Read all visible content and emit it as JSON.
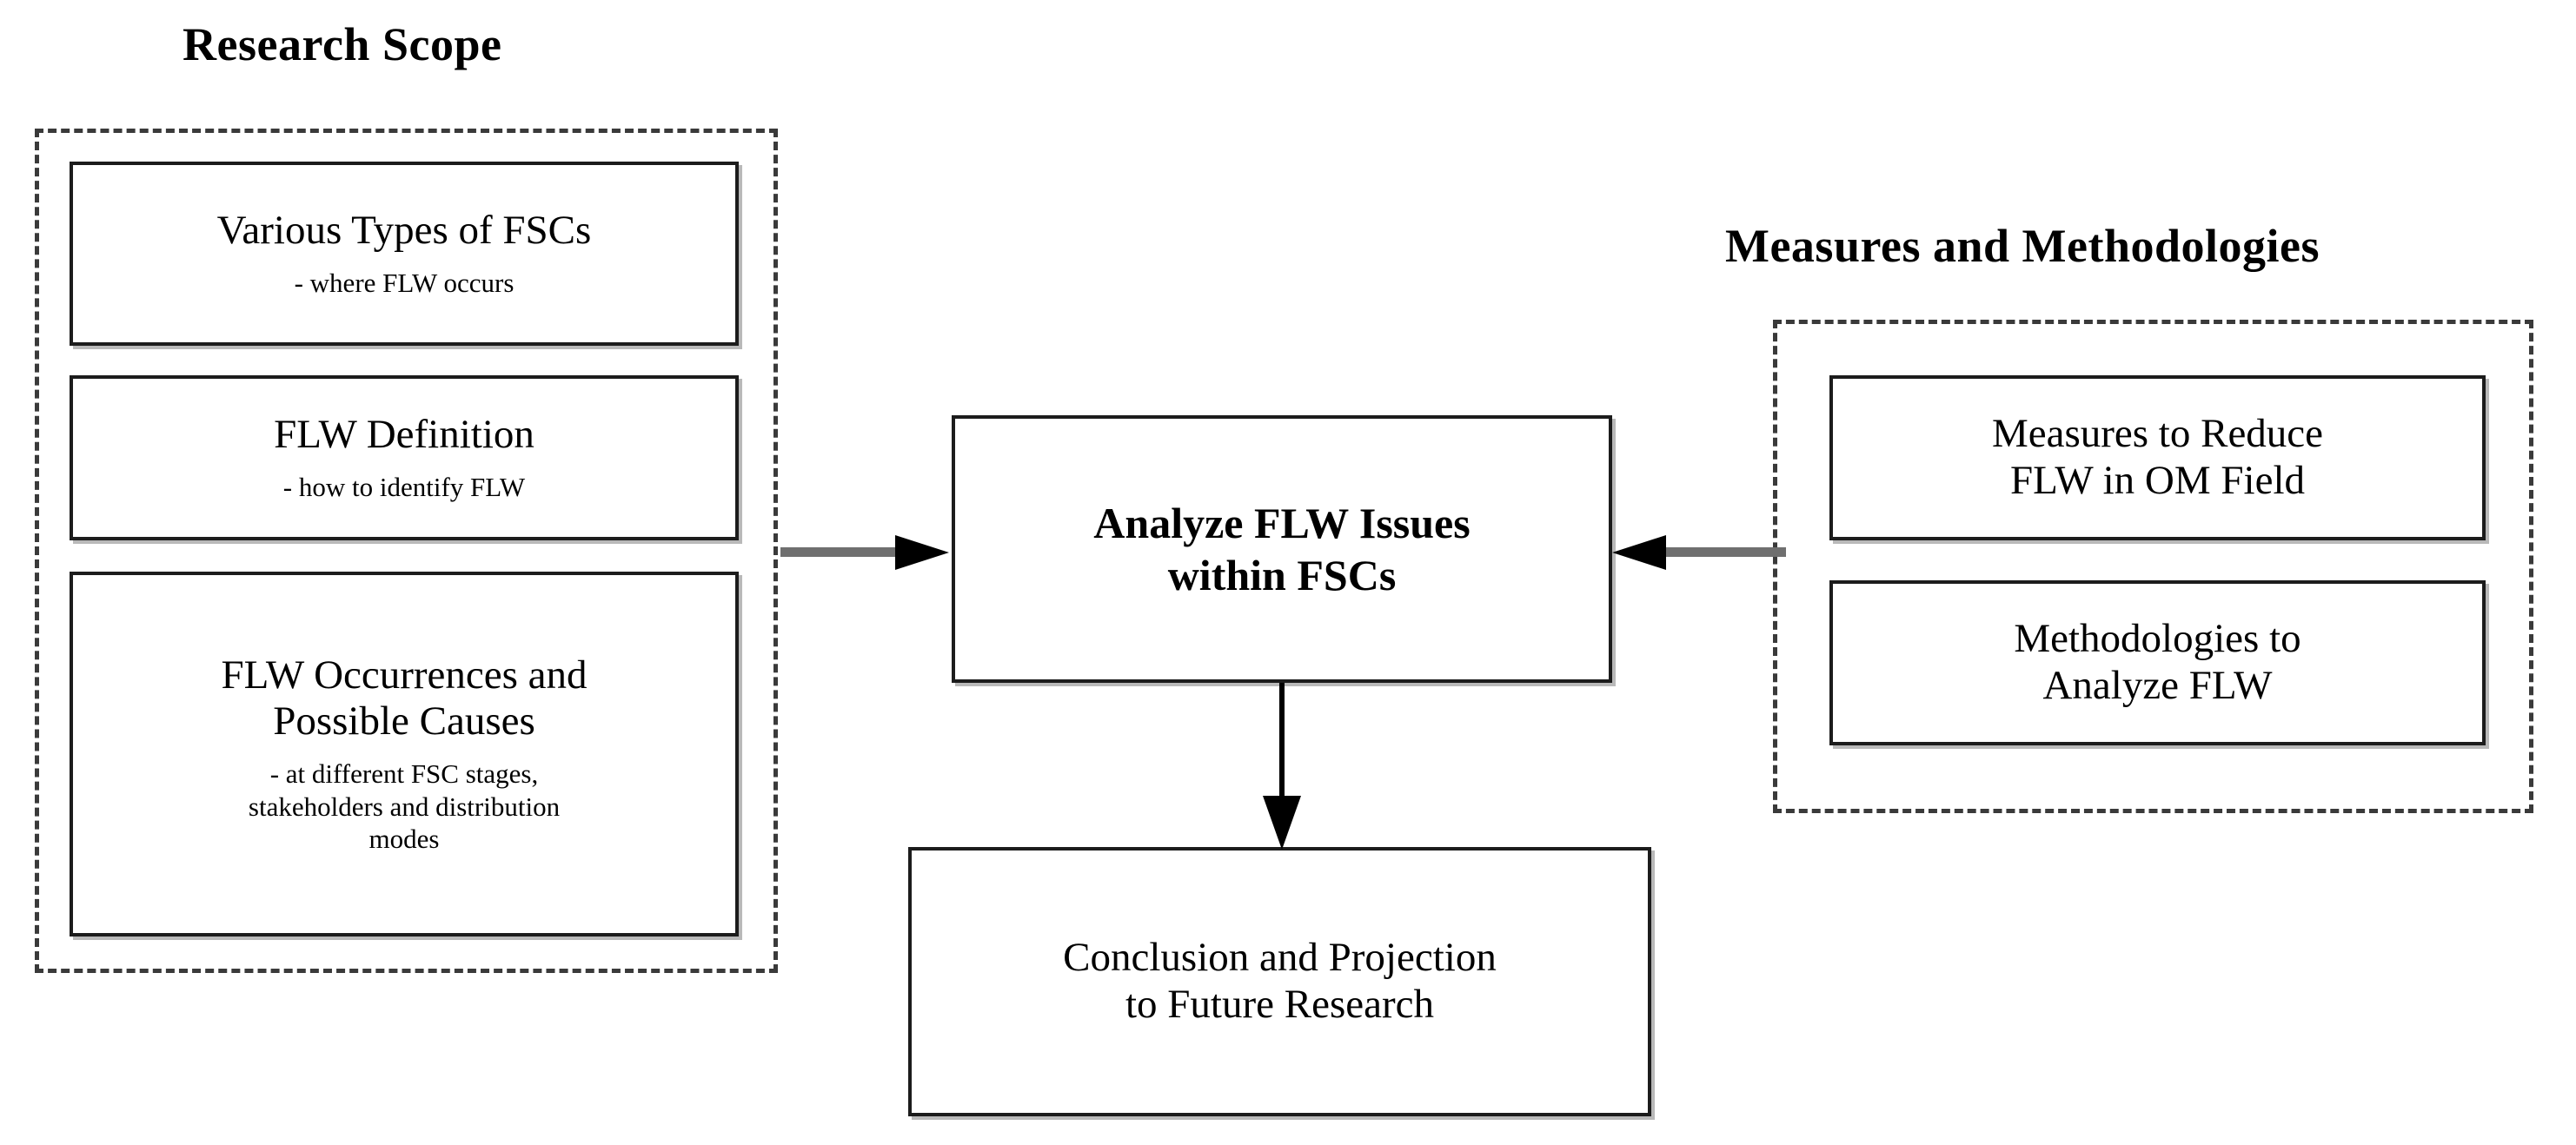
{
  "figure": {
    "type": "flow-diagram",
    "background_color": "#ffffff",
    "accent_color": "#6f6f6f",
    "line_color": "#1c1c1c"
  },
  "groups": {
    "research_scope": {
      "heading": "Research Scope",
      "nodes": [
        {
          "title": "Various Types of FSCs",
          "subtitle": "- where FLW occurs"
        },
        {
          "title": "FLW Definition",
          "subtitle": "- how to identify FLW"
        },
        {
          "title": "FLW Occurrences and\nPossible Causes",
          "subtitle": "- at different FSC stages,\nstakeholders and distribution\nmodes"
        }
      ]
    },
    "measures_and_methodologies": {
      "heading": "Measures and Methodologies",
      "nodes": [
        {
          "title": "Measures to Reduce\nFLW in OM Field",
          "subtitle": ""
        },
        {
          "title": "Methodologies to\nAnalyze FLW",
          "subtitle": ""
        }
      ]
    }
  },
  "center_node": {
    "title": "Analyze FLW Issues\nwithin FSCs"
  },
  "bottom_node": {
    "title": "Conclusion and Projection\nto Future Research"
  },
  "connectors": [
    {
      "name": "left-to-center",
      "direction": "right",
      "from": "Research Scope",
      "to": "Analyze FLW Issues within FSCs"
    },
    {
      "name": "right-to-center",
      "direction": "left",
      "from": "Measures and Methodologies",
      "to": "Analyze FLW Issues within FSCs"
    },
    {
      "name": "center-to-bottom",
      "direction": "down",
      "from": "Analyze FLW Issues within FSCs",
      "to": "Conclusion and Projection to Future Research"
    }
  ]
}
